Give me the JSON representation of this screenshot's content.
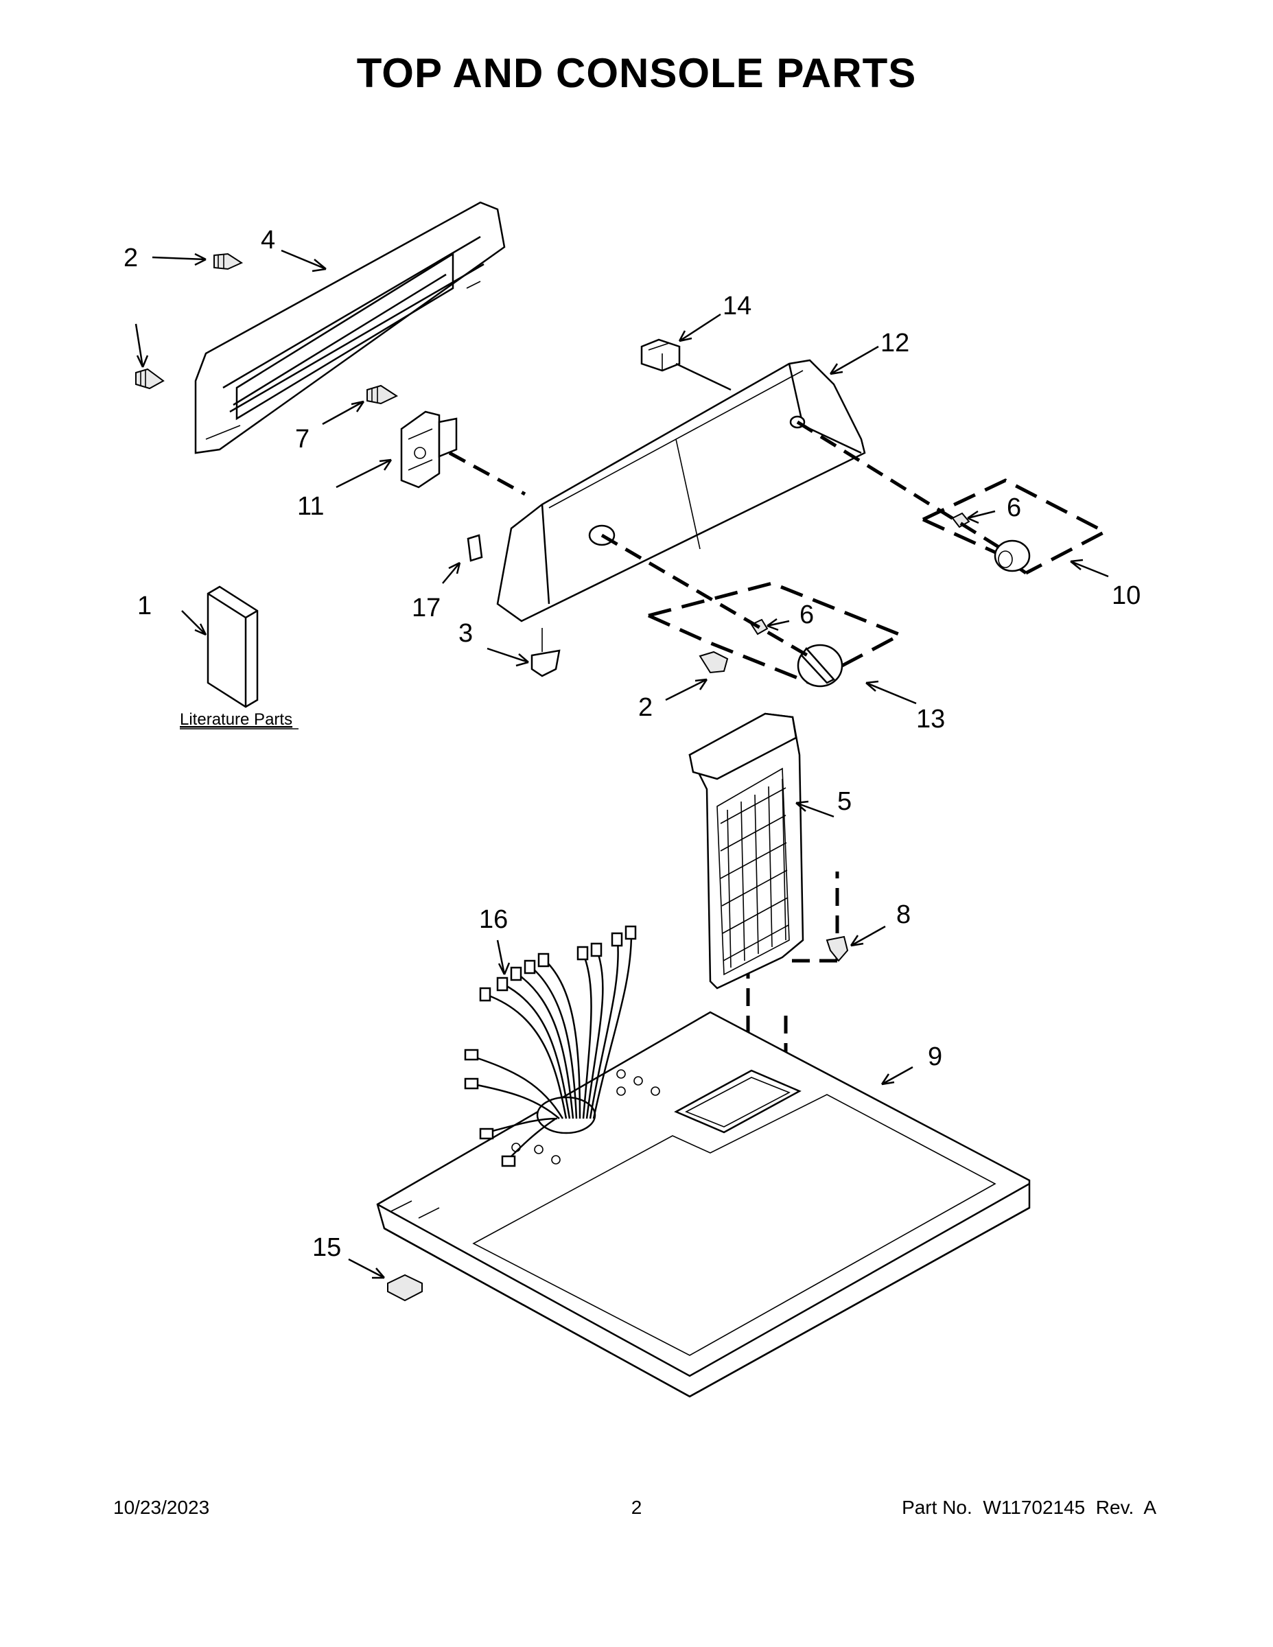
{
  "page": {
    "title": "TOP AND CONSOLE PARTS",
    "literature_label": "Literature Parts"
  },
  "callouts": [
    {
      "id": "c1",
      "label": "1"
    },
    {
      "id": "c2a",
      "label": "2"
    },
    {
      "id": "c2b",
      "label": "2"
    },
    {
      "id": "c2c",
      "label": "2"
    },
    {
      "id": "c3",
      "label": "3"
    },
    {
      "id": "c4",
      "label": "4"
    },
    {
      "id": "c5",
      "label": "5"
    },
    {
      "id": "c6a",
      "label": "6"
    },
    {
      "id": "c6b",
      "label": "6"
    },
    {
      "id": "c7",
      "label": "7"
    },
    {
      "id": "c8",
      "label": "8"
    },
    {
      "id": "c9",
      "label": "9"
    },
    {
      "id": "c10",
      "label": "10"
    },
    {
      "id": "c11",
      "label": "11"
    },
    {
      "id": "c12",
      "label": "12"
    },
    {
      "id": "c13",
      "label": "13"
    },
    {
      "id": "c14",
      "label": "14"
    },
    {
      "id": "c15",
      "label": "15"
    },
    {
      "id": "c16",
      "label": "16"
    },
    {
      "id": "c17",
      "label": "17"
    }
  ],
  "footer": {
    "date": "10/23/2023",
    "page_number": "2",
    "part_info": "Part No.  W11702145  Rev.  A"
  }
}
